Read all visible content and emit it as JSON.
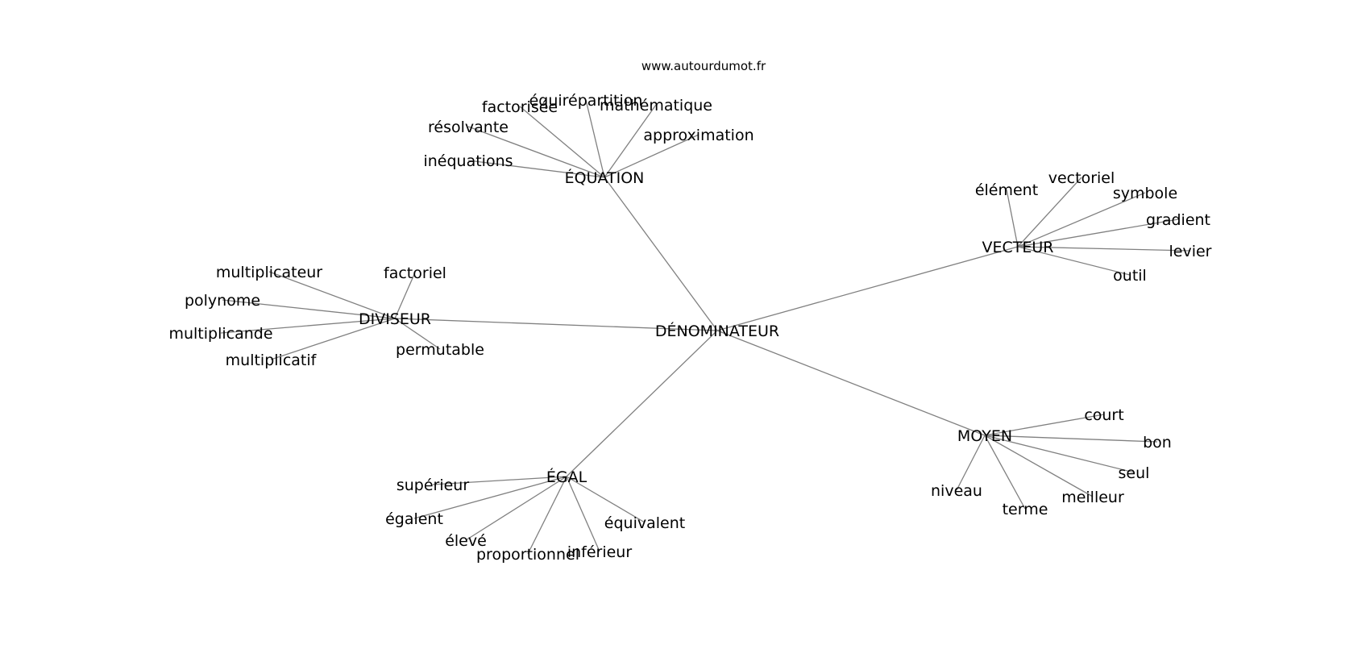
{
  "credit": "www.autourdumot.fr",
  "edge_color": "#808080",
  "text_color": "#000000",
  "center": {
    "id": "center",
    "label": "DÉNOMINATEUR"
  },
  "hubs": [
    {
      "id": "equation",
      "label": "ÉQUATION",
      "leaves": [
        {
          "id": "equation-leaf-1",
          "label": "inéquations"
        },
        {
          "id": "equation-leaf-2",
          "label": "résolvante"
        },
        {
          "id": "equation-leaf-3",
          "label": "factorisée"
        },
        {
          "id": "equation-leaf-4",
          "label": "équirépartition"
        },
        {
          "id": "equation-leaf-5",
          "label": "mathématique"
        },
        {
          "id": "equation-leaf-6",
          "label": "approximation"
        }
      ]
    },
    {
      "id": "vecteur",
      "label": "VECTEUR",
      "leaves": [
        {
          "id": "vecteur-leaf-1",
          "label": "élément"
        },
        {
          "id": "vecteur-leaf-2",
          "label": "vectoriel"
        },
        {
          "id": "vecteur-leaf-3",
          "label": "symbole"
        },
        {
          "id": "vecteur-leaf-4",
          "label": "gradient"
        },
        {
          "id": "vecteur-leaf-5",
          "label": "levier"
        },
        {
          "id": "vecteur-leaf-6",
          "label": "outil"
        }
      ]
    },
    {
      "id": "diviseur",
      "label": "DIVISEUR",
      "leaves": [
        {
          "id": "diviseur-leaf-1",
          "label": "multiplicateur"
        },
        {
          "id": "diviseur-leaf-2",
          "label": "factoriel"
        },
        {
          "id": "diviseur-leaf-3",
          "label": "polynome"
        },
        {
          "id": "diviseur-leaf-4",
          "label": "multiplicande"
        },
        {
          "id": "diviseur-leaf-5",
          "label": "multiplicatif"
        },
        {
          "id": "diviseur-leaf-6",
          "label": "permutable"
        }
      ]
    },
    {
      "id": "moyen",
      "label": "MOYEN",
      "leaves": [
        {
          "id": "moyen-leaf-1",
          "label": "court"
        },
        {
          "id": "moyen-leaf-2",
          "label": "bon"
        },
        {
          "id": "moyen-leaf-3",
          "label": "seul"
        },
        {
          "id": "moyen-leaf-4",
          "label": "meilleur"
        },
        {
          "id": "moyen-leaf-5",
          "label": "terme"
        },
        {
          "id": "moyen-leaf-6",
          "label": "niveau"
        }
      ]
    },
    {
      "id": "egal",
      "label": "ÉGAL",
      "leaves": [
        {
          "id": "egal-leaf-1",
          "label": "supérieur"
        },
        {
          "id": "egal-leaf-2",
          "label": "égalent"
        },
        {
          "id": "egal-leaf-3",
          "label": "élevé"
        },
        {
          "id": "egal-leaf-4",
          "label": "proportionnel"
        },
        {
          "id": "egal-leaf-5",
          "label": "inférieur"
        },
        {
          "id": "egal-leaf-6",
          "label": "équivalent"
        }
      ]
    }
  ]
}
